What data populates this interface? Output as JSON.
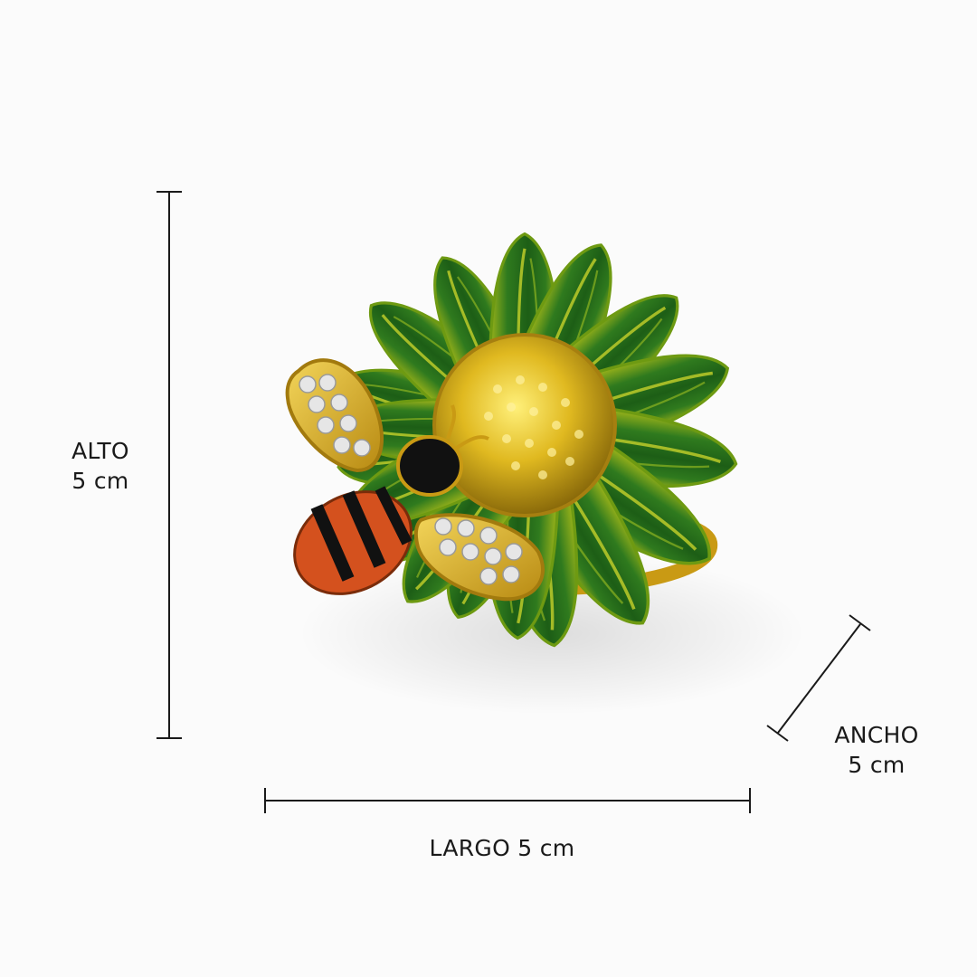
{
  "dimensions": {
    "height": {
      "label": "ALTO",
      "value": "5 cm"
    },
    "width": {
      "label": "ANCHO",
      "value": "5 cm"
    },
    "length": {
      "label": "LARGO 5 cm"
    }
  },
  "colors": {
    "background": "#fbfbfb",
    "petal_green": "#2f7a1e",
    "petal_highlight": "#b9c41a",
    "gold": "#d9b51c",
    "bee_orange": "#d4511e",
    "bee_black": "#111111",
    "crystal": "#dcdcdc"
  },
  "icons": {
    "product": "daisy-bee-ring-image"
  }
}
